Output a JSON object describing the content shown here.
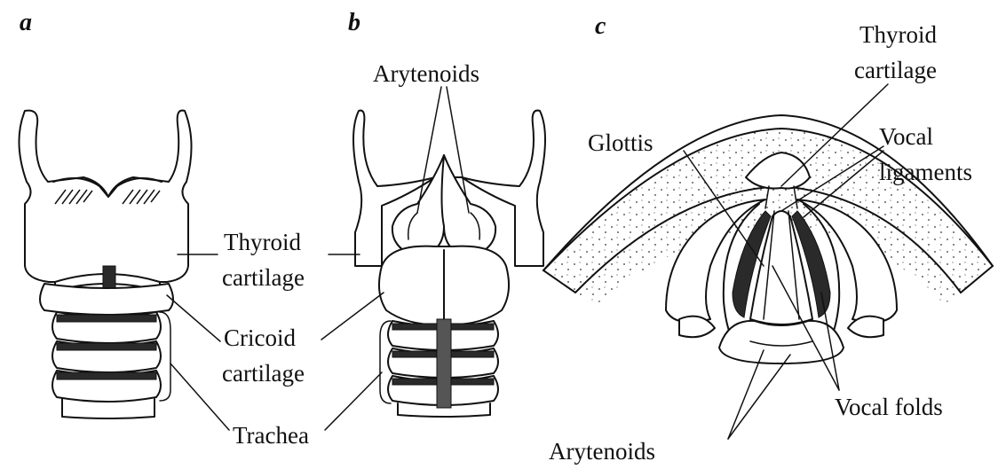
{
  "panels": {
    "a": {
      "letter": "a"
    },
    "b": {
      "letter": "b"
    },
    "c": {
      "letter": "c"
    }
  },
  "labels": {
    "arytenoids_b": "Arytenoids",
    "thyroid_ab_1": "Thyroid",
    "thyroid_ab_2": "cartilage",
    "cricoid_1": "Cricoid",
    "cricoid_2": "cartilage",
    "trachea": "Trachea",
    "glottis": "Glottis",
    "thyroid_c_1": "Thyroid",
    "thyroid_c_2": "cartilage",
    "vocal_lig_1": "Vocal",
    "vocal_lig_2": "ligaments",
    "vocal_folds": "Vocal folds",
    "arytenoids_c": "Arytenoids"
  }
}
